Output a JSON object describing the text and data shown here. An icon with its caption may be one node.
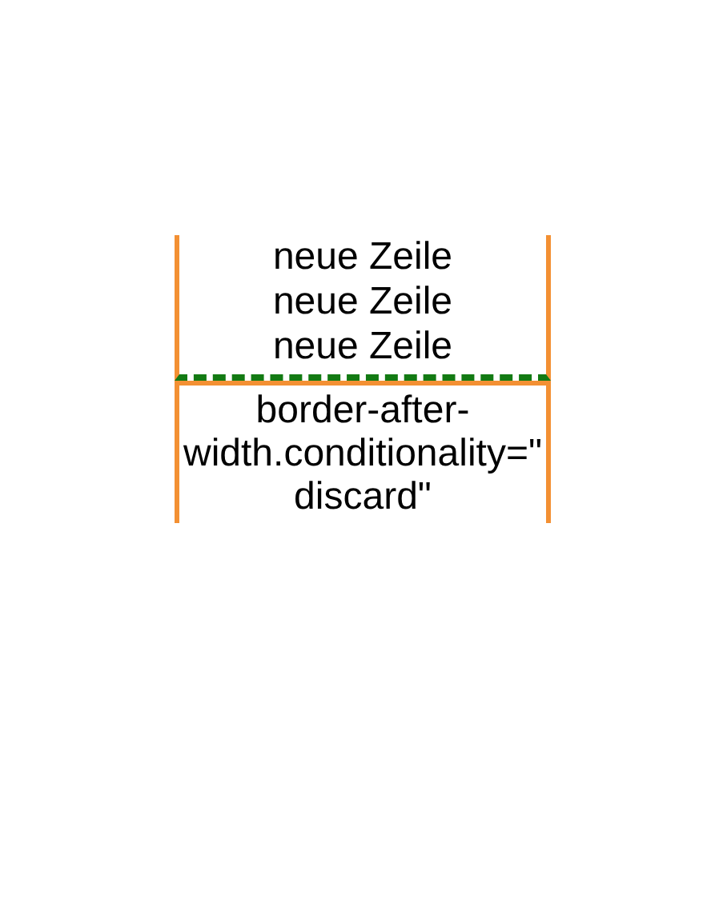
{
  "diagram": {
    "nodes": [
      {
        "text": [
          "neue Zeile",
          "neue Zeile",
          "neue Zeile"
        ]
      },
      {
        "text": [
          "border-after- width.conditionality=\" discard\""
        ]
      }
    ]
  }
}
